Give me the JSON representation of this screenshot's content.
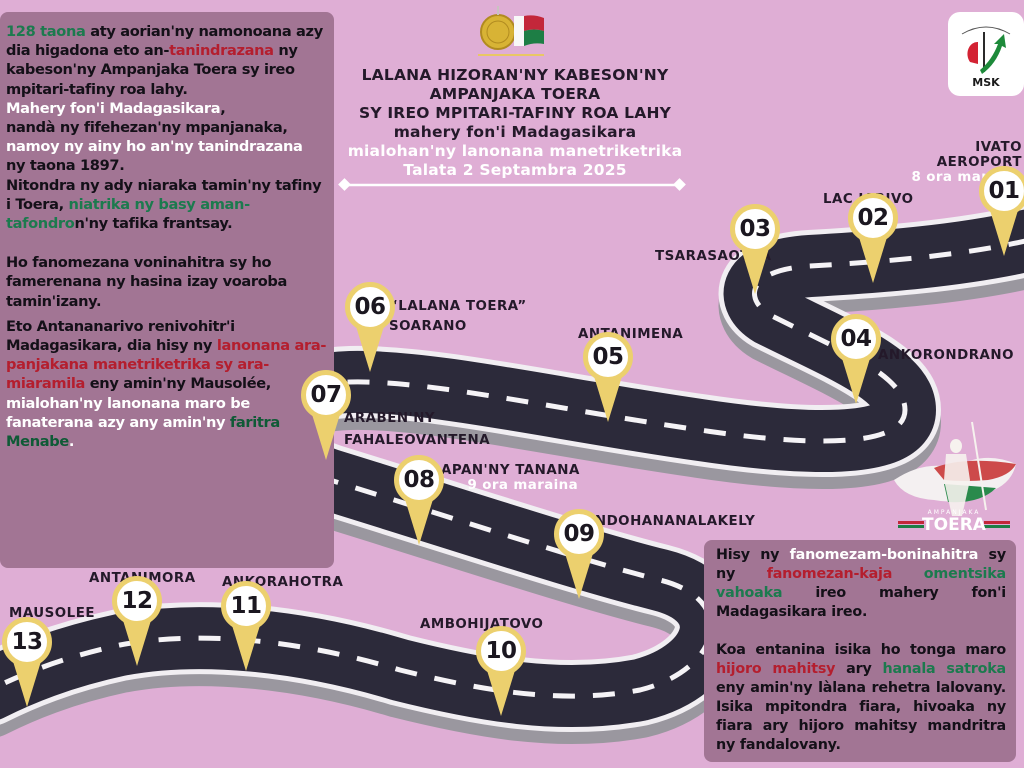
{
  "header": {
    "title_line1": "LALANA HIZORAN'NY KABESON'NY",
    "title_line2": "AMPANJAKA TOERA",
    "title_line3": "SY IREO MPITARI-TAFINY ROA LAHY",
    "subtitle": "mahery fon'i Madagasikara",
    "occasion": "mialohan'ny lanonana manetriketrika",
    "date": "Talata 2 Septambra 2025"
  },
  "logos": {
    "msk_label": "MSK",
    "toera_label": "TOERA",
    "toera_caption": "AMPANJAKA"
  },
  "left_panel": {
    "p1": {
      "highlight_green": "128 taona",
      "text1": " aty aorian'ny namonoana azy",
      "text2": " dia higadona eto an-",
      "highlight_red": "tanindrazana",
      "text3": " ny kabeson'ny Ampanjaka Toera sy ireo mpitari-tafiny roa lahy.",
      "white1": "Mahery fon'i Madagasikara",
      "text4": ",",
      "text5": "nandà ny fifehezan'ny mpanjanaka,",
      "white2": "namoy ny ainy ho an'ny tanindrazana",
      "text6": "ny taona 1897."
    },
    "p2": {
      "text1": "Nitondra ny ady niaraka tamin'ny tafiny i Toera, ",
      "highlight_green": "niatrika ny basy aman-tafondro",
      "text2": "n'ny tafika frantsay."
    },
    "p3": {
      "text": "Ho fanomezana voninahitra sy ho famerenana ny hasina izay voaroba tamin'izany."
    },
    "p4": {
      "text1": "Eto Antananarivo renivohitr'i Madagasikara, dia hisy ny ",
      "highlight_red": "lanonana ara-panjakana manetriketrika sy ara-miaramila",
      "text2": " eny amin'ny Mausolée,",
      "white1": "mialohan'ny lanonana maro be fanaterana azy any amin'ny ",
      "highlight_green": "faritra Menabe",
      "white2": "."
    }
  },
  "right_panel": {
    "p1": {
      "text1": "Hisy ny ",
      "white1": "fanomezam-boninahitra",
      "text2": " sy ny ",
      "highlight_red": "fanomezan-kaja",
      "text3": " ",
      "highlight_green": "omentsika vahoaka",
      "text4": " ireo mahery fon'i Madagasikara ireo."
    },
    "p2": {
      "text1": "Koa entanina isika ho tonga maro ",
      "highlight_red": "hijoro mahitsy",
      "text2": " ary ",
      "highlight_green": "hanala satroka",
      "text3": " eny amin'ny làlana rehetra lalovany. Isika mpitondra fiara, hivoaka ny fiara ary hijoro mahitsy mandritra ny fandalovany."
    }
  },
  "stops": [
    {
      "number": "01",
      "name_line1": "IVATO",
      "name_line2": "AEROPORT",
      "time": "8 ora maraina"
    },
    {
      "number": "02",
      "name_line1": "LAC IARIVO"
    },
    {
      "number": "03",
      "name_line1": "TSARASAOTRA"
    },
    {
      "number": "04",
      "name_line1": "ANKORONDRANO"
    },
    {
      "number": "05",
      "name_line1": "ANTANIMENA"
    },
    {
      "number": "06",
      "name_line1": "“LALANA TOERA”",
      "name_line2": "SOARANO"
    },
    {
      "number": "07",
      "name_line1": "ARABEN'NY",
      "name_line2": "FAHALEOVANTENA"
    },
    {
      "number": "08",
      "name_line1": "LAPAN'NY TANANA",
      "time": "9 ora maraina"
    },
    {
      "number": "09",
      "name_line1": "ANDOHANANALAKELY"
    },
    {
      "number": "10",
      "name_line1": "AMBOHIJATOVO"
    },
    {
      "number": "11",
      "name_line1": "ANKORAHOTRA"
    },
    {
      "number": "12",
      "name_line1": "ANTANIMORA"
    },
    {
      "number": "13",
      "name_line1": "MAUSOLEE"
    }
  ],
  "colors": {
    "background": "#dfaed5",
    "panel": "#a27594",
    "road": "#2c2a3a",
    "pin": "#ecd06e",
    "accent_green": "#1c7a4e",
    "accent_red": "#b41e2e"
  }
}
